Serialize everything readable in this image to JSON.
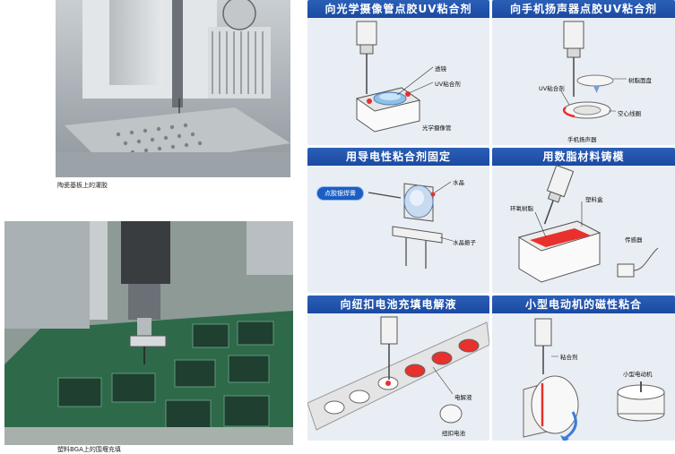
{
  "photos": {
    "top": {
      "caption": "陶瓷基板上的灌胶"
    },
    "bottom": {
      "caption": "塑料BGA上的围堰充填"
    }
  },
  "panels": {
    "camera": {
      "title": "向光学摄像管点胶UV粘合剂",
      "labels": {
        "lens": "透镜",
        "uv": "UV粘合剂",
        "tube": "光学摄像管"
      }
    },
    "speaker": {
      "title": "向手机扬声器点胶UV粘合剂",
      "labels": {
        "uv": "UV粘合剂",
        "cover": "树脂面盘",
        "coil": "空心线圈",
        "speaker": "手机扬声器"
      }
    },
    "crystal": {
      "title": "用导电性粘合剂固定",
      "callout": "点胶银焊膏",
      "labels": {
        "crystal": "水晶",
        "oscillator": "水晶振子"
      }
    },
    "resin": {
      "title": "用数脂材料铸模",
      "labels": {
        "epoxy": "环氧树脂",
        "box": "塑料盒",
        "sensor": "传感器"
      }
    },
    "battery": {
      "title": "向纽扣电池充填电解液",
      "labels": {
        "electrolyte": "电解液",
        "cell": "纽扣电池"
      }
    },
    "motor": {
      "title": "小型电动机的磁性粘合",
      "labels": {
        "adhesive": "粘合剂",
        "motor": "小型电动机"
      }
    }
  }
}
